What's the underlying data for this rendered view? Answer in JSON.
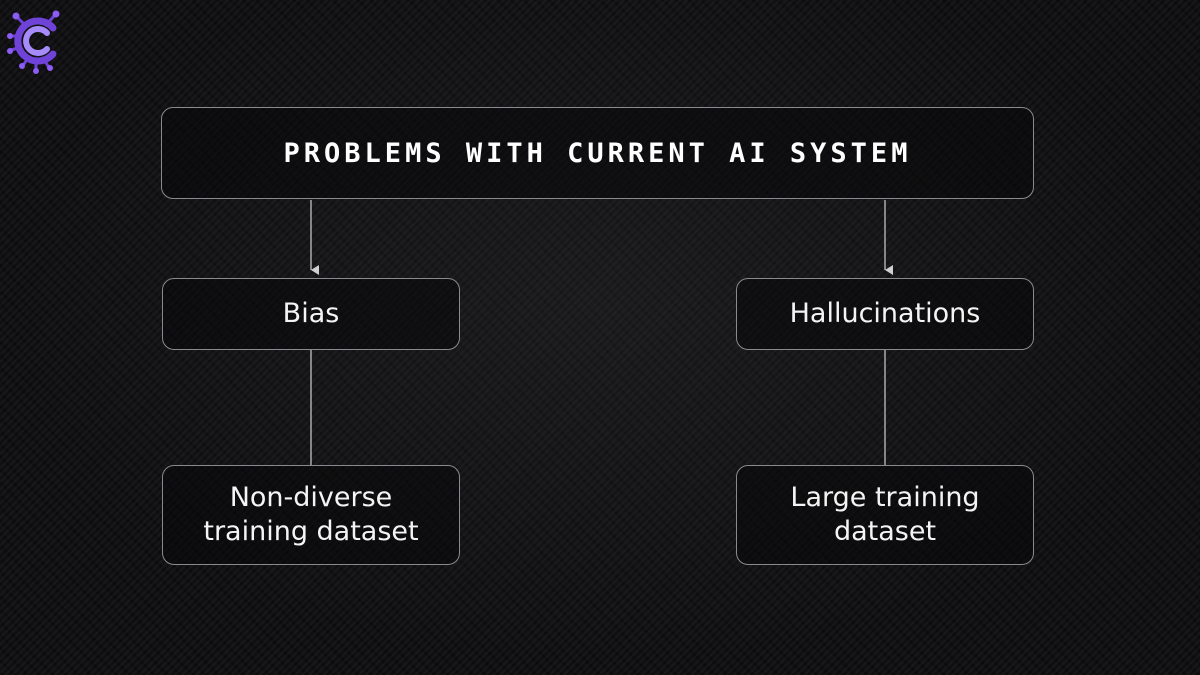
{
  "logo": {
    "icon": "circuit-c-logo-icon",
    "colors": {
      "outer": "#6f43d8",
      "inner": "#a78bfa",
      "node": "#8b5cf6"
    }
  },
  "diagram": {
    "title": "Problems with current AI System",
    "branches": [
      {
        "problem": "Bias",
        "cause": "Non-diverse\ntraining dataset"
      },
      {
        "problem": "Hallucinations",
        "cause": "Large training\ndataset"
      }
    ],
    "colors": {
      "border": "#8a8a8e",
      "line": "#d0d0d0",
      "text": "#f4f4f4"
    }
  }
}
